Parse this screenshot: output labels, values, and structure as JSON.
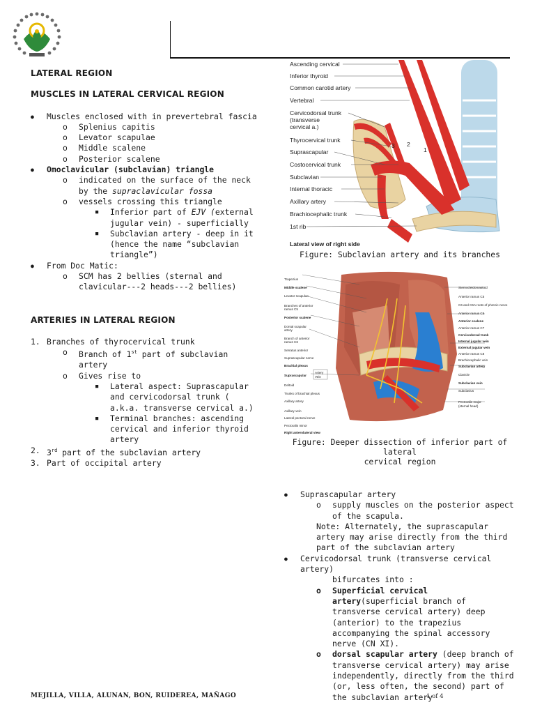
{
  "header": {
    "logo_icon": "seal-logo-icon"
  },
  "left": {
    "h1": "LATERAL REGION",
    "h2": "MUSCLES IN LATERAL CERVICAL REGION",
    "muscles_intro": "Muscles enclosed with in prevertebral fascia",
    "muscles": [
      "Splenius capitis",
      "Levator scapulae",
      "Middle scalene",
      "Posterior scalene"
    ],
    "triangle_title": "Omoclavicular (subclavian) triangle",
    "triangle_sub1_a": "indicated on the surface of the neck by the ",
    "triangle_sub1_b": "supraclavicular fossa",
    "triangle_sub2": "vessels crossing this triangle",
    "ejv_a": "Inferior part of ",
    "ejv_b": "EJV (",
    "ejv_c": "external jugular vein)  - superficially",
    "subclavian_artery": "Subclavian artery - deep in it (hence the name “subclavian triangle”)",
    "doc_matic": "From Doc Matic:",
    "scm": "SCM has 2 bellies (sternal and clavicular---2 heads---2 bellies)",
    "h3": "ARTERIES IN LATERAL REGION",
    "n1": "Branches of thyrocervical trunk",
    "n1_sub1_a": "Branch of 1",
    "n1_sub1_sup": "st",
    "n1_sub1_b": " part of subclavian artery",
    "n1_sub2": "Gives rise to",
    "lateral_aspect": "Lateral aspect: Suprascapular and cervicodorsal trunk ( a.k.a. transverse cervical a.)",
    "terminal": "Terminal branches: ascending cervical and inferior thyroid artery",
    "n2_a": "3",
    "n2_sup": "rd",
    "n2_b": " part of the subclavian artery",
    "n3": "Part of occipital artery"
  },
  "figure1": {
    "labels": [
      "Ascending cervical",
      "Inferior thyroid",
      "Common carotid artery",
      "Vertebral",
      "Cervicodorsal trunk",
      "(transverse",
      "cervical a.)",
      "Thyrocervical trunk",
      "Suprascapular",
      "Costocervical trunk",
      "Subclavian",
      "Internal thoracic",
      "Axillary artery",
      "Brachiocephalic trunk",
      "1st rib"
    ],
    "view": "Lateral view of right side",
    "caption": "Figure: Subclavian artery and its branches",
    "numbers": [
      "1",
      "2",
      "3"
    ]
  },
  "figure2": {
    "left_labels": [
      "Trapezius",
      "Middle scalene",
      "Levator scapulae",
      "Branches of anterior",
      "ramus C5",
      "Posterior scalene",
      "Dorsal scapular",
      "artery",
      "Branch of anterior",
      "ramus C6",
      "Serratus anterior",
      "Suprascapular nerve",
      "Brachial plexus",
      "Suprascapular",
      "Deltoid",
      "Trunks of brachial plexus",
      "Axillary artery",
      "Axillary vein",
      "Lateral pectoral nerve",
      "Pectoralis minor",
      "Right anterolateral view"
    ],
    "right_labels": [
      "Sternocleidomastoid",
      "Anterior ramus C5",
      "C6 and C6A roots of phrenic nerve",
      "Anterior ramus C6",
      "Anterior scalene",
      "Anterior ramus C7",
      "Cervicodorsal trunk",
      "Internal jugular vein",
      "External jugular vein",
      "Anterior ramus C8",
      "Brachiocephalic vein",
      "Subclavian artery",
      "Clavicle",
      "Subclavian vein",
      "Subclavius",
      "Pectoralis major",
      "(sternal head)"
    ],
    "box_labels": [
      "Artery",
      "Vein"
    ],
    "caption_line1": "Figure: Deeper dissection of inferior part of lateral",
    "caption_line2": "cervical region"
  },
  "right": {
    "suprascapular": "Suprascapular artery",
    "supply": "supply muscles on the posterior aspect of the scapula.",
    "note": "Note: Alternately, the suprascapular artery may arise directly from the third part of the subclavian artery",
    "cervicodorsal": "Cervicodorsal trunk (transverse cervical artery)",
    "bifurcates": "bifurcates into :",
    "superficial_bold": "Superficial cervical artery",
    "superficial_rest": "(superficial branch of transverse cervical artery) deep (anterior) to the trapezius accompanying the spinal accessory nerve (CN XI).",
    "dorsal_bold": "dorsal scapular artery",
    "dorsal_rest": " (deep branch of transverse cervical artery) may arise independently, directly from the third (or, less often, the second) part of the subclavian artery"
  },
  "footer": {
    "authors": "MEJILLA, VILLA, ALUNAN, BON, RUIDEREA, MAÑAGO",
    "page": "1 of 4"
  },
  "colors": {
    "artery": "#d9312b",
    "vein": "#2a7fd1",
    "bone": "#e9d3a2",
    "trachea": "#bcd9ea",
    "muscle": "#c2624d"
  }
}
